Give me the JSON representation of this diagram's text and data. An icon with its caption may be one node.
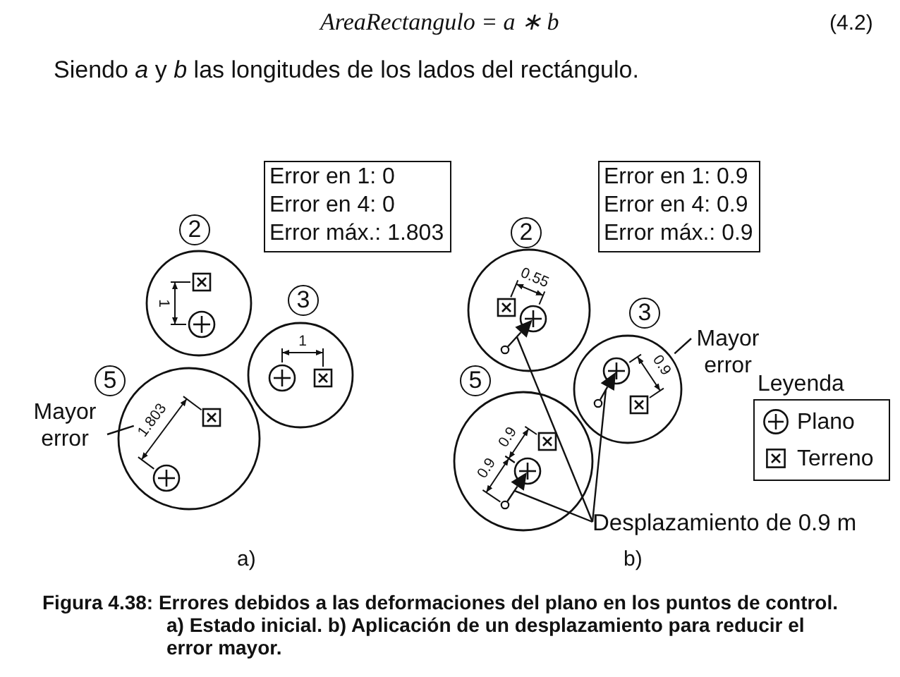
{
  "diagram": {
    "caption": "Figura 4.38: Errores debidos a las deformaciones del plano en los puntos de control. a) Estado inicial. b) Aplicación de un desplazamiento para reducir el error mayor.",
    "nodes": [
      {
        "text": [
          "Error en 1: 0",
          "Error en 4: 0",
          "Error máx.: 1.803"
        ]
      },
      {
        "text": [
          "2"
        ]
      },
      {
        "text": [
          "3"
        ]
      },
      {
        "text": [
          "5"
        ]
      },
      {
        "text": [
          "Mayor error"
        ]
      },
      {
        "text": [
          "1.803"
        ]
      },
      {
        "text": [
          "Error en 1: 0.9",
          "Error en 4: 0.9",
          "Error máx.: 0.9"
        ]
      },
      {
        "text": [
          "2"
        ]
      },
      {
        "text": [],
        "shape": "arrow"
      },
      {
        "text": [
          "3"
        ]
      },
      {
        "text": [
          "Mayor error"
        ]
      },
      {
        "text": [
          "0.9"
        ]
      },
      {
        "text": [],
        "shape": "arrow"
      },
      {
        "text": [
          "5"
        ]
      },
      {
        "text": [],
        "shape": "arrow"
      },
      {
        "text": [
          "Desplazamiento de 0.9 m"
        ]
      }
    ],
    "edges": [
      {
        "from": 4,
        "to": 5,
        "arrow": "none"
      },
      {
        "from": 10,
        "to": 11,
        "arrow": "none"
      },
      {
        "from": 15,
        "to": 8,
        "arrow": "none"
      },
      {
        "from": 15,
        "to": 12,
        "arrow": "none"
      },
      {
        "from": 15,
        "to": 14,
        "arrow": "none"
      }
    ],
    "labels": [
      "AreaRectangulo = a ∗ b",
      "(4.2)",
      "Siendo *a* y *b* las longitudes de los lados del rectángulo.",
      "1",
      "1",
      "0.55",
      "0.9",
      "0.9",
      "Leyenda",
      "a)",
      "b)"
    ],
    "legend": [
      {
        "text": "Plano"
      },
      {
        "text": "Terreno"
      }
    ]
  }
}
